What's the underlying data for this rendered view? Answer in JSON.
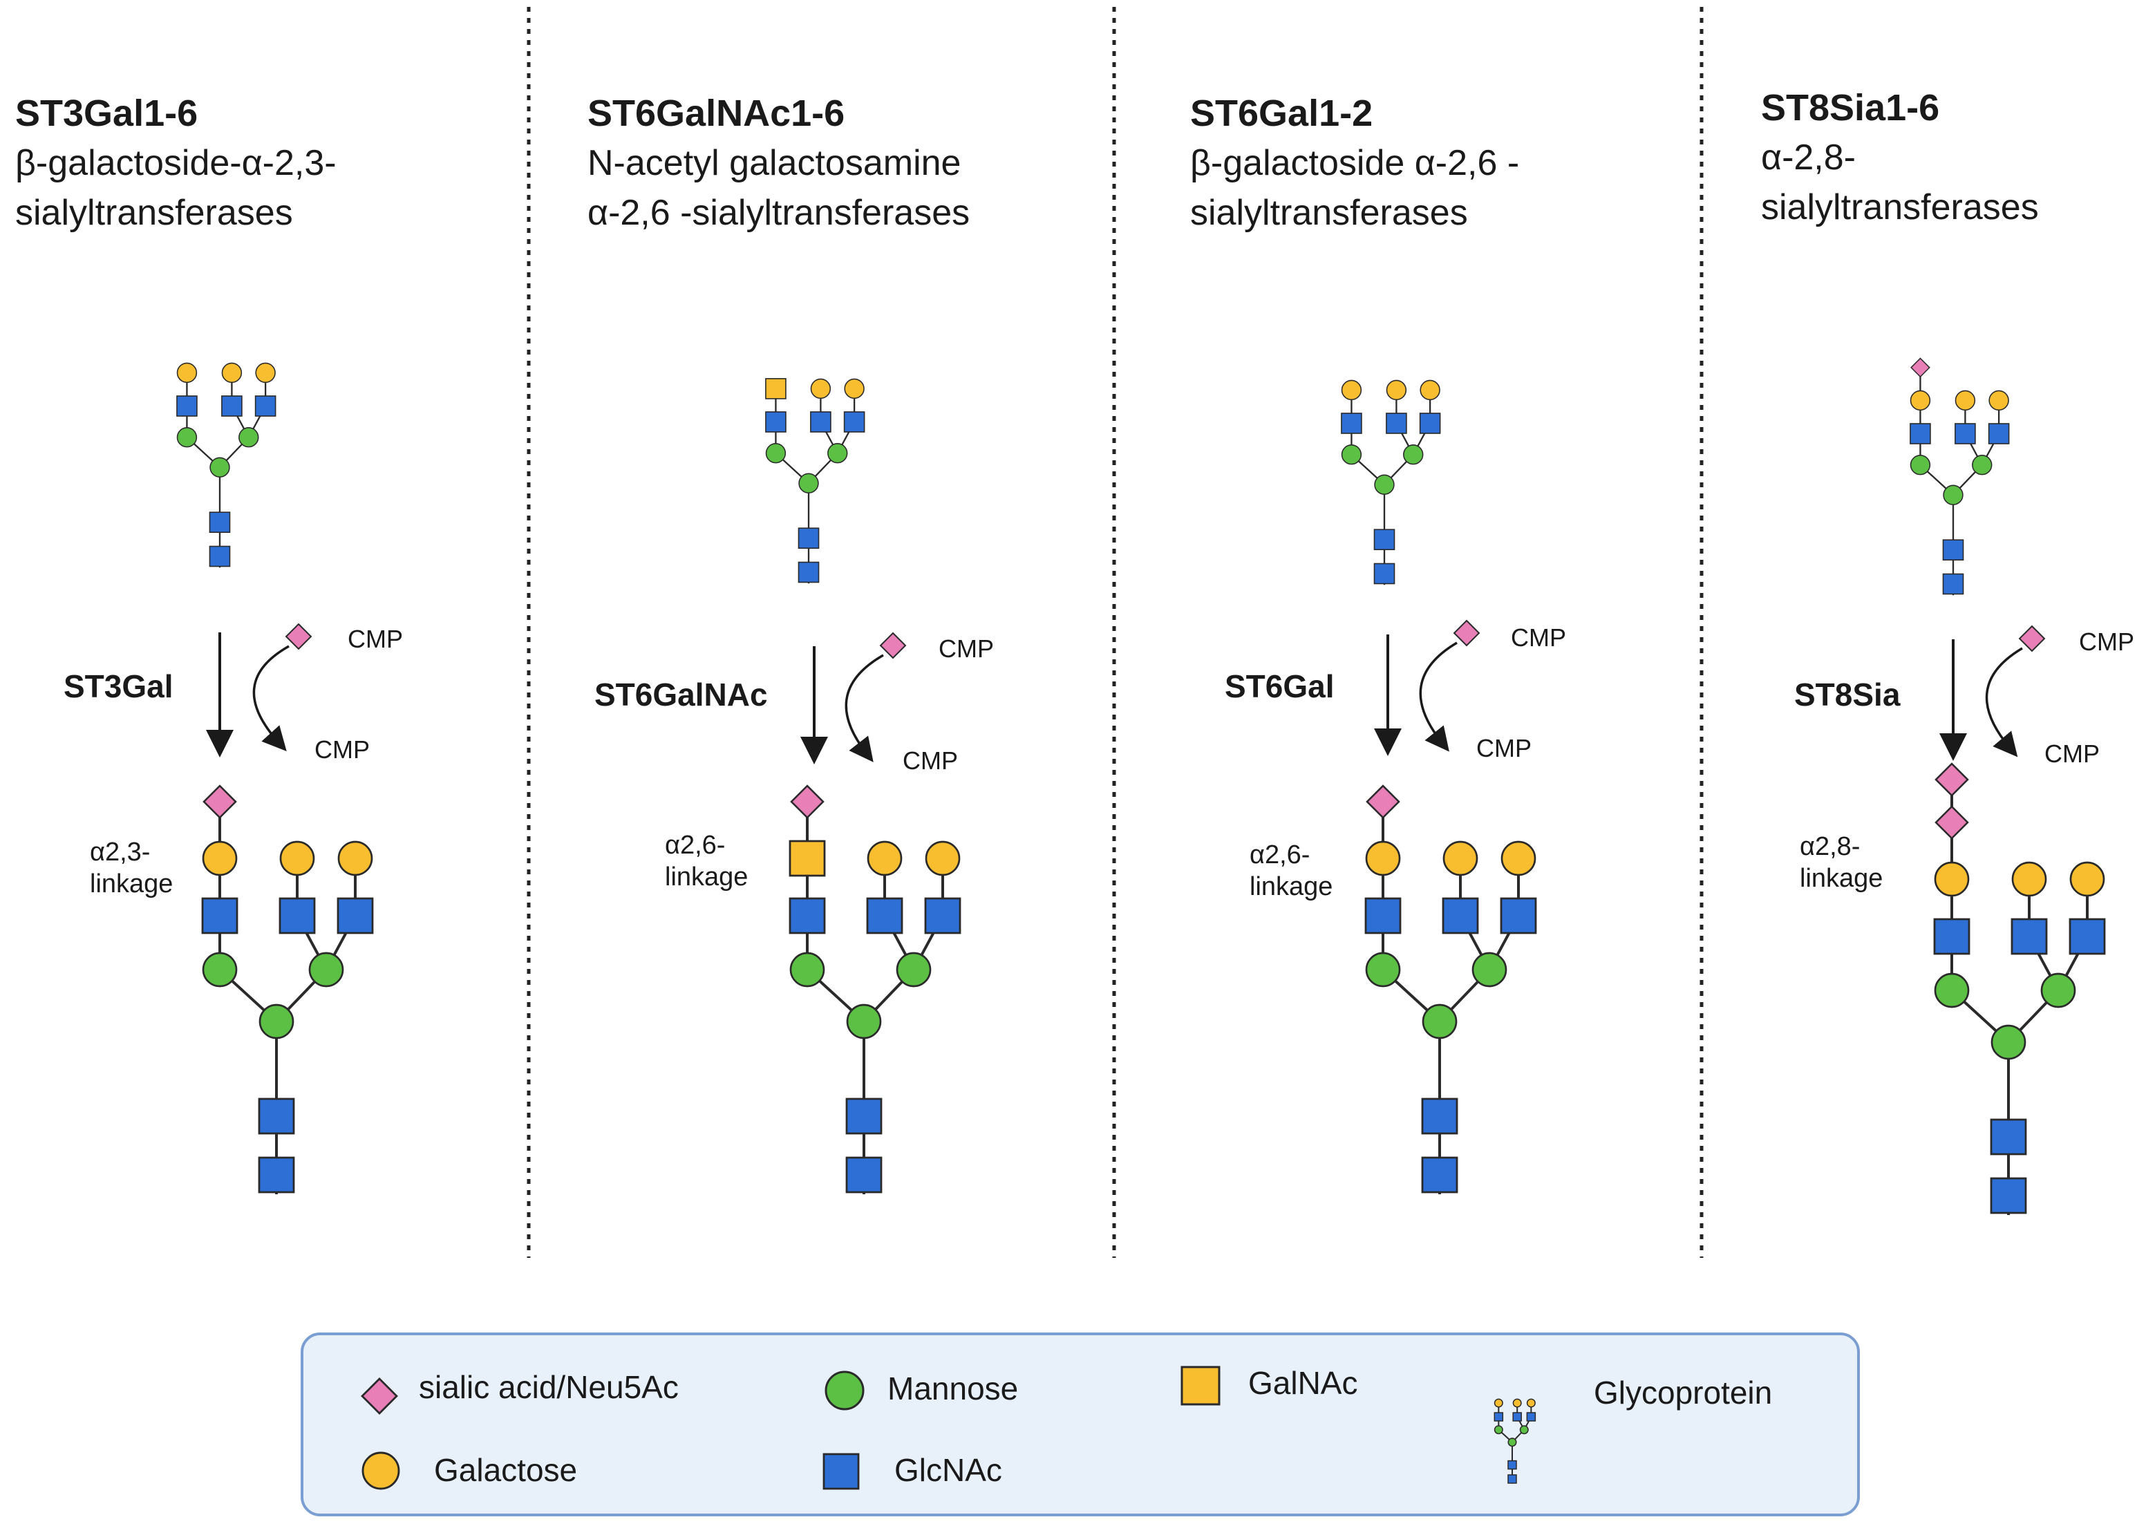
{
  "panels": [
    {
      "title": "ST3Gal1-6",
      "subtitle_lines": [
        "β-galactoside-α-2,3-",
        "sialyltransferases"
      ],
      "enzyme": "ST3Gal",
      "donor_label": "CMP",
      "product_label": "CMP",
      "linkage_lines": [
        "α2,3-",
        "linkage"
      ],
      "substrate_core": "GlcNAc",
      "added_sialic_acids": 1
    },
    {
      "title": "ST6GalNAc1-6",
      "subtitle_lines": [
        "N-acetyl galactosamine",
        "α-2,6 -sialyltransferases"
      ],
      "enzyme": "ST6GalNAc",
      "donor_label": "CMP",
      "product_label": "CMP",
      "linkage_lines": [
        "α2,6-",
        "linkage"
      ],
      "substrate_core": "GalNAc",
      "added_sialic_acids": 1
    },
    {
      "title": "ST6Gal1-2",
      "subtitle_lines": [
        "β-galactoside α-2,6 -",
        "sialyltransferases"
      ],
      "enzyme": "ST6Gal",
      "donor_label": "CMP",
      "product_label": "CMP",
      "linkage_lines": [
        "α2,6-",
        "linkage"
      ],
      "substrate_core": "GlcNAc",
      "added_sialic_acids": 1
    },
    {
      "title": "ST8Sia1-6",
      "subtitle_lines": [
        "α-2,8-",
        "sialyltransferases"
      ],
      "enzyme": "ST8Sia",
      "donor_label": "CMP",
      "product_label": "CMP",
      "linkage_lines": [
        "α2,8-",
        "linkage"
      ],
      "substrate_core": "GlcNAc",
      "added_sialic_acids": 2
    }
  ],
  "legend": {
    "items": [
      {
        "label": "sialic acid/Neu5Ac",
        "icon": "pink-diamond-icon"
      },
      {
        "label": "Galactose",
        "icon": "yellow-circle-icon"
      },
      {
        "label": "Mannose",
        "icon": "green-circle-icon"
      },
      {
        "label": "GlcNAc",
        "icon": "blue-square-icon"
      },
      {
        "label": "GalNAc",
        "icon": "yellow-square-icon"
      },
      {
        "label": "Glycoprotein",
        "icon": "glycan-tree-icon"
      }
    ]
  },
  "colors": {
    "sialic_acid": "#e87fb7",
    "galactose": "#f9be2f",
    "mannose": "#5cc045",
    "glcnac": "#2e6fd6",
    "galnac": "#f9be2f",
    "legend_fill": "#e8f0f9",
    "legend_border": "#7a9ed1"
  }
}
